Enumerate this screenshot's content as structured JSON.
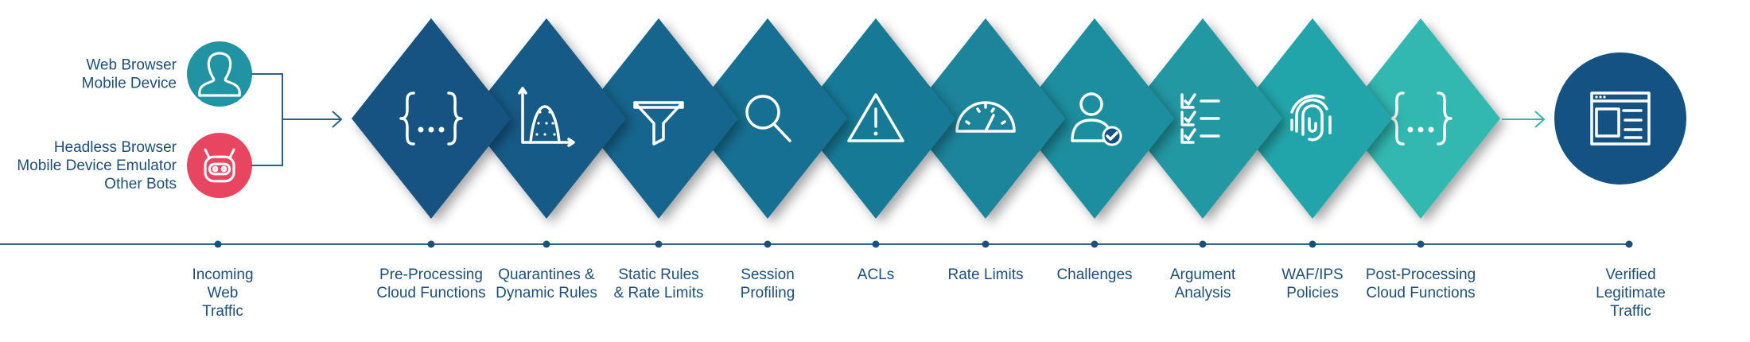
{
  "sources": [
    {
      "lines": [
        "Web Browser",
        "Mobile Device"
      ],
      "icon": "user-icon",
      "color": "#2293a2"
    },
    {
      "lines": [
        "Headless Browser",
        "Mobile Device Emulator",
        "Other Bots"
      ],
      "icon": "robot-icon",
      "color": "#e84560"
    }
  ],
  "incoming": {
    "lines": [
      "Incoming",
      "Web",
      "Traffic"
    ]
  },
  "stages": [
    {
      "lines": [
        "Pre-Processing",
        "Cloud Functions"
      ],
      "icon": "code-braces-icon",
      "color": "#135282"
    },
    {
      "lines": [
        "Quarantines &",
        "Dynamic Rules"
      ],
      "icon": "distribution-chart-icon",
      "color": "#155a87"
    },
    {
      "lines": [
        "Static Rules",
        "& Rate Limits"
      ],
      "icon": "filter-icon",
      "color": "#17658e"
    },
    {
      "lines": [
        "Session",
        "Profiling"
      ],
      "icon": "magnifier-icon",
      "color": "#187093"
    },
    {
      "lines": [
        "ACLs"
      ],
      "icon": "warning-icon",
      "color": "#197a97"
    },
    {
      "lines": [
        "Rate Limits"
      ],
      "icon": "gauge-icon",
      "color": "#1b849b"
    },
    {
      "lines": [
        "Challenges"
      ],
      "icon": "verified-user-icon",
      "color": "#1d8e9f"
    },
    {
      "lines": [
        "Argument",
        "Analysis"
      ],
      "icon": "checklist-icon",
      "color": "#2098a3"
    },
    {
      "lines": [
        "WAF/IPS",
        "Policies"
      ],
      "icon": "fingerprint-icon",
      "color": "#24a5aa"
    },
    {
      "lines": [
        "Post-Processing",
        "Cloud Functions"
      ],
      "icon": "code-braces-icon",
      "color": "#32b8b1"
    }
  ],
  "result": {
    "lines": [
      "Verified",
      "Legitimate",
      "Traffic"
    ],
    "icon": "browser-window-icon",
    "color": "#135282"
  },
  "colors": {
    "timeline": "#3a6290",
    "text": "#1d4f7c",
    "arrow_in": "#2b5f8e",
    "arrow_out": "#32b8b1"
  }
}
